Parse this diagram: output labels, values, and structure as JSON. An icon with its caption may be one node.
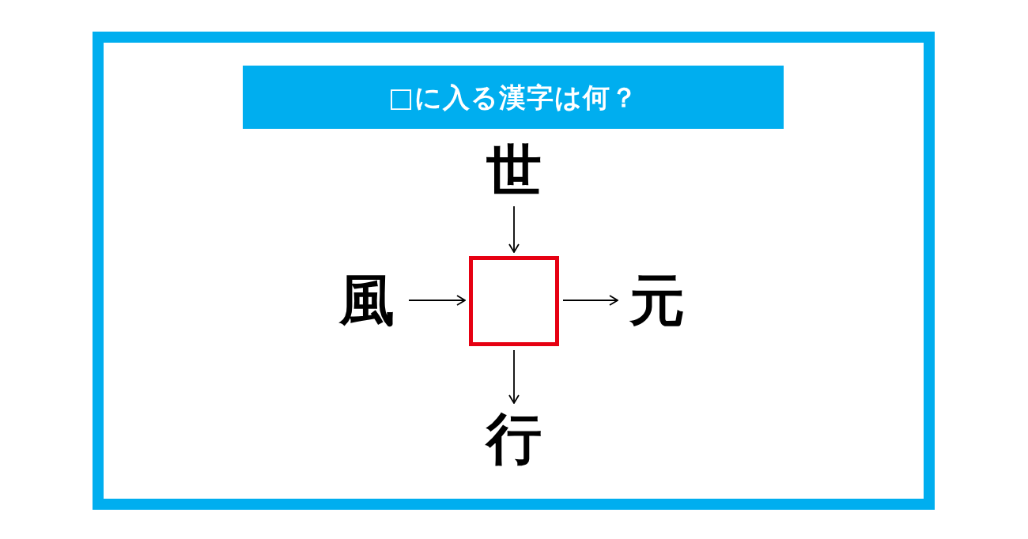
{
  "diagram": {
    "title": "□に入る漢字は何？",
    "nodes": [
      {
        "text": [
          "世"
        ]
      },
      {
        "text": [
          "風"
        ]
      },
      {
        "text": [],
        "shape": "box"
      },
      {
        "text": [
          "元"
        ]
      },
      {
        "text": [
          "行"
        ]
      }
    ],
    "edges": [
      {
        "from": 0,
        "to": 2,
        "arrow": "to"
      },
      {
        "from": 1,
        "to": 2,
        "arrow": "to"
      },
      {
        "from": 2,
        "to": 3,
        "arrow": "to"
      },
      {
        "from": 2,
        "to": 4,
        "arrow": "to"
      }
    ]
  }
}
